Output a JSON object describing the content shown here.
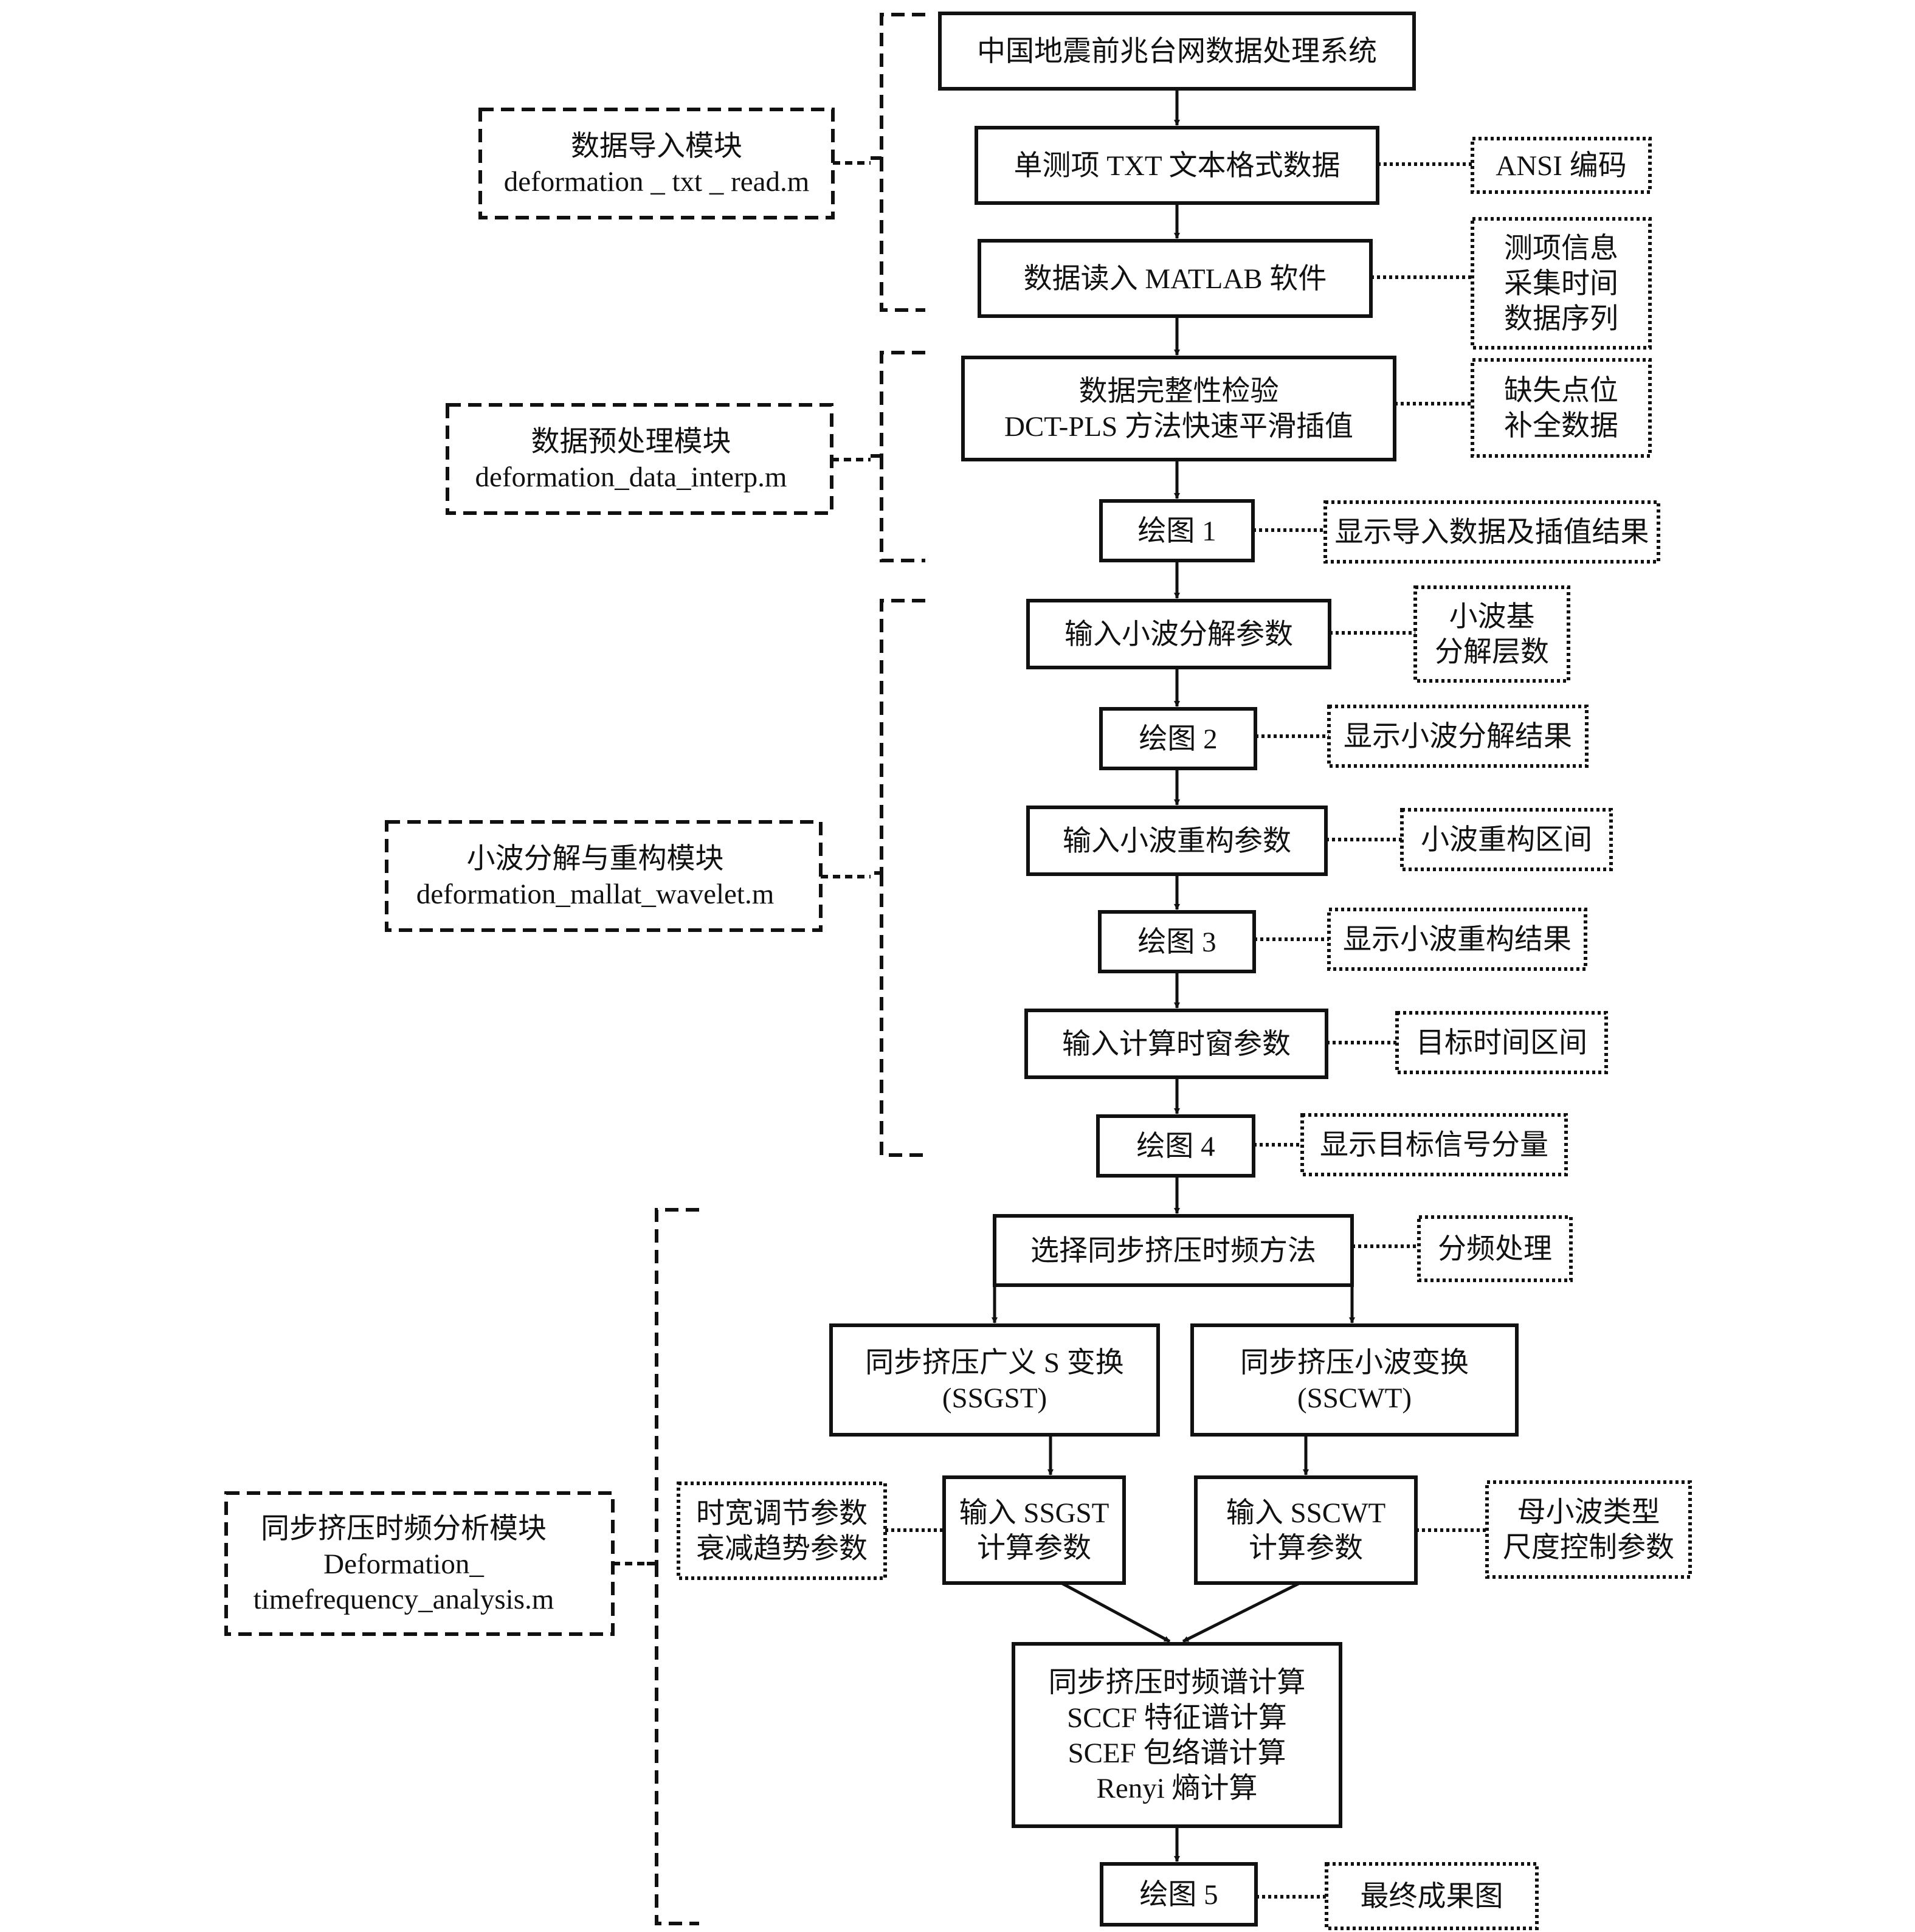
{
  "flowchart": {
    "main": {
      "title": [
        "中国地震前兆台网数据处理系统"
      ],
      "txt_data": [
        "单测项 TXT 文本格式数据"
      ],
      "read_matlab": [
        "数据读入 MATLAB 软件"
      ],
      "integrity": [
        "数据完整性检验",
        "DCT-PLS 方法快速平滑插值"
      ],
      "plot1": [
        "绘图 1"
      ],
      "wavelet_decomp_params": [
        "输入小波分解参数"
      ],
      "plot2": [
        "绘图 2"
      ],
      "wavelet_recon_params": [
        "输入小波重构参数"
      ],
      "plot3": [
        "绘图 3"
      ],
      "time_window_params": [
        "输入计算时窗参数"
      ],
      "plot4": [
        "绘图 4"
      ],
      "select_method": [
        "选择同步挤压时频方法"
      ],
      "ssgst": [
        "同步挤压广义 S 变换",
        "(SSGST)"
      ],
      "sscwt": [
        "同步挤压小波变换",
        "(SSCWT)"
      ],
      "ssgst_params": [
        "输入 SSGST",
        "计算参数"
      ],
      "sscwt_params": [
        "输入 SSCWT",
        "计算参数"
      ],
      "spectrum_calc": [
        "同步挤压时频谱计算",
        "SCCF 特征谱计算",
        "SCEF 包络谱计算",
        "Renyi 熵计算"
      ],
      "plot5": [
        "绘图 5"
      ]
    },
    "notes": {
      "ansi": [
        "ANSI 编码"
      ],
      "measurement_info": [
        "测项信息",
        "采集时间",
        "数据序列"
      ],
      "missing_points": [
        "缺失点位",
        "补全数据"
      ],
      "show_import": [
        "显示导入数据及插值结果"
      ],
      "wavelet_basis": [
        "小波基",
        "分解层数"
      ],
      "show_decomp": [
        "显示小波分解结果"
      ],
      "recon_interval": [
        "小波重构区间"
      ],
      "show_recon": [
        "显示小波重构结果"
      ],
      "target_interval": [
        "目标时间区间"
      ],
      "show_target": [
        "显示目标信号分量"
      ],
      "freq_division": [
        "分频处理"
      ],
      "time_width": [
        "时宽调节参数",
        "衰减趋势参数"
      ],
      "mother_wavelet": [
        "母小波类型",
        "尺度控制参数"
      ],
      "final_result": [
        "最终成果图"
      ]
    },
    "modules": {
      "import": [
        "数据导入模块",
        "deformation _ txt _ read.m"
      ],
      "preprocess": [
        "数据预处理模块",
        "deformation_data_interp.m"
      ],
      "wavelet": [
        "小波分解与重构模块",
        "deformation_mallat_wavelet.m"
      ],
      "timefreq": [
        "同步挤压时频分析模块",
        "Deformation_",
        "timefrequency_analysis.m"
      ]
    }
  }
}
